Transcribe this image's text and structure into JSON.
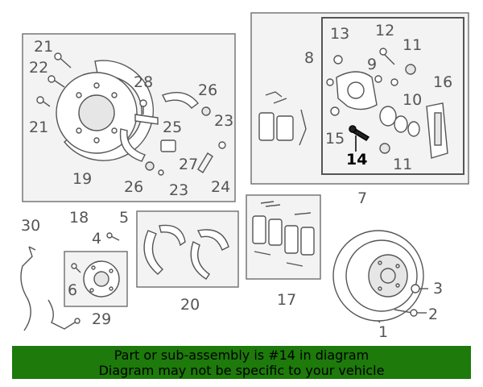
{
  "labels": {
    "l1": "1",
    "l2": "2",
    "l3": "3",
    "l4": "4",
    "l5": "5",
    "l6": "6",
    "l7": "7",
    "l8": "8",
    "l9": "9",
    "l10": "10",
    "l11a": "11",
    "l11b": "11",
    "l12": "12",
    "l13": "13",
    "l14": "14",
    "l15": "15",
    "l16": "16",
    "l17": "17",
    "l18": "18",
    "l19": "19",
    "l20": "20",
    "l21a": "21",
    "l21b": "21",
    "l22": "22",
    "l23a": "23",
    "l23b": "23",
    "l24": "24",
    "l25": "25",
    "l26a": "26",
    "l26b": "26",
    "l27": "27",
    "l28": "28",
    "l29": "29",
    "l30": "30"
  },
  "highlighted_part": "14",
  "banner": {
    "line1": "Part or sub-assembly is #14 in diagram",
    "line2": "Diagram may not be specific to your vehicle"
  },
  "colors": {
    "banner_bg": "#1d7a0b",
    "line": "#555555",
    "highlight": "#000000"
  }
}
